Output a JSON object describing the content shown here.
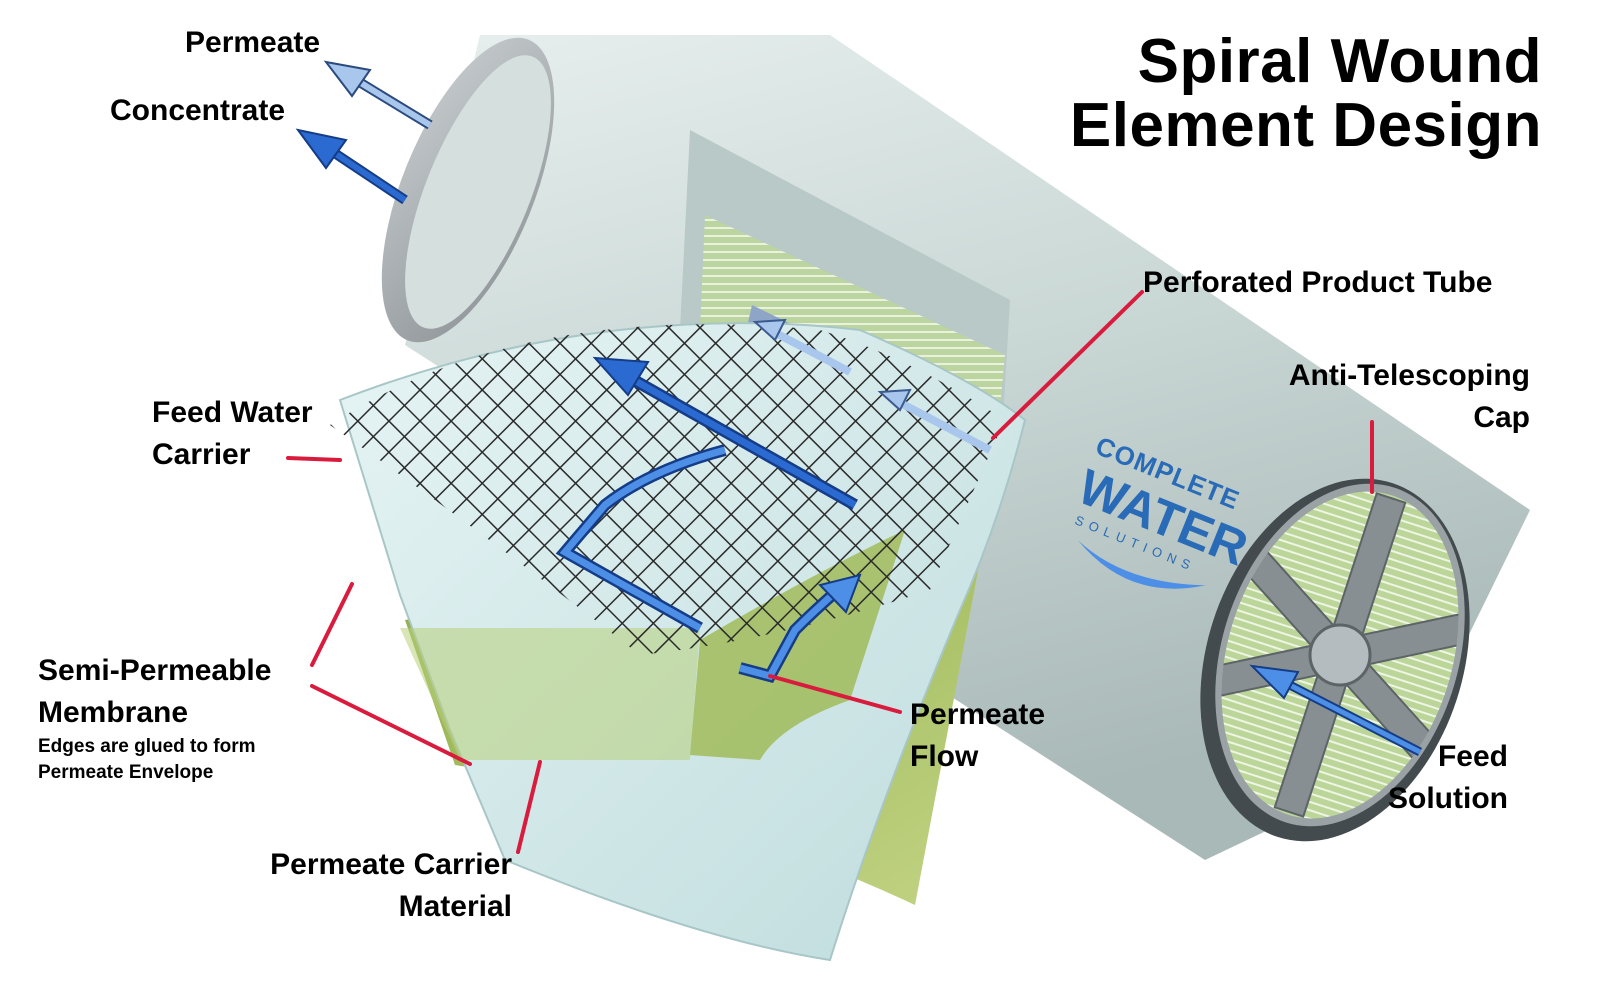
{
  "title": {
    "line1": "Spiral Wound",
    "line2": "Element Design"
  },
  "labels": {
    "permeate_out": "Permeate",
    "concentrate": "Concentrate",
    "perforated_tube": "Perforated Product Tube",
    "anti_telescoping": {
      "line1": "Anti-Telescoping",
      "line2": "Cap"
    },
    "feed_water_carrier": {
      "line1": "Feed Water",
      "line2": "Carrier"
    },
    "membrane": {
      "line1": "Semi-Permeable",
      "line2": "Membrane",
      "note1": "Edges are glued to form",
      "note2": "Permeate Envelope"
    },
    "permeate_flow": {
      "line1": "Permeate",
      "line2": "Flow"
    },
    "feed_solution": {
      "line1": "Feed",
      "line2": "Solution"
    },
    "permeate_carrier": {
      "line1": "Permeate Carrier",
      "line2": "Material"
    }
  },
  "logo": {
    "line1": "COMPLETE",
    "line2": "WATER",
    "line3": "SOLUTIONS"
  },
  "colors": {
    "leader": "#d91c3d",
    "arrow_dark": "#1f56b8",
    "arrow_light": "#a9c6ec",
    "housing": "#cfdcda",
    "membrane": "#d7ecec",
    "permeate_carrier": "#a7bf62"
  }
}
